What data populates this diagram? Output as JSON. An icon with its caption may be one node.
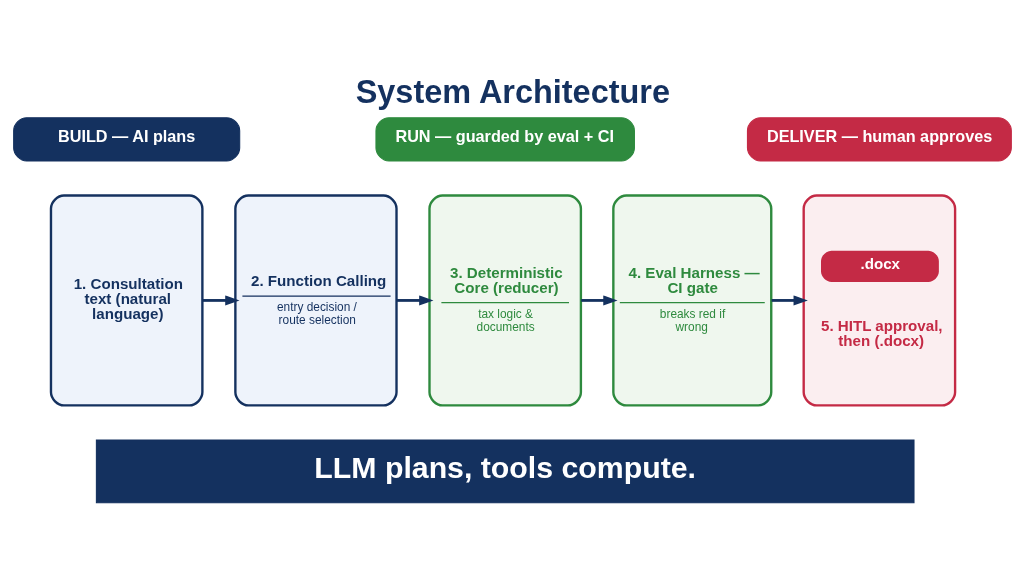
{
  "diagram": {
    "title": "System Architecture",
    "nodes": [
      {
        "text": [
          "BUILD — AI plans"
        ]
      },
      {
        "text": [
          "RUN — guarded by eval + CI"
        ]
      },
      {
        "text": [
          "DELIVER — human approves"
        ]
      },
      {
        "text": [
          "1. Consultation text (natural language)"
        ]
      },
      {
        "text": [
          "2. Function Calling",
          "entry decision / route selection"
        ]
      },
      {
        "text": [
          "3. Deterministic Core (reducer)",
          "tax logic & documents"
        ]
      },
      {
        "text": [
          "4. Eval Harness — CI gate",
          "breaks red if wrong"
        ]
      },
      {
        "text": [
          ".docx",
          "5. HITL approval, then (.docx)"
        ]
      },
      {
        "text": [
          "LLM plans, tools compute."
        ]
      }
    ],
    "edges": [
      {
        "from": 3,
        "to": 4,
        "arrow": "to"
      },
      {
        "from": 4,
        "to": 5,
        "arrow": "to"
      },
      {
        "from": 5,
        "to": 6,
        "arrow": "to"
      },
      {
        "from": 6,
        "to": 7,
        "arrow": "to"
      }
    ]
  }
}
